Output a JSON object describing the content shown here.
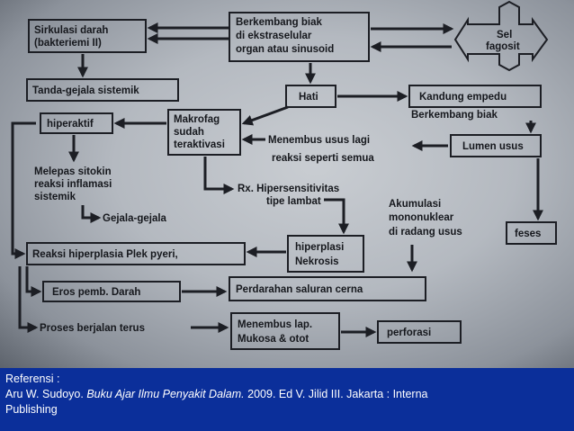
{
  "nodes": {
    "sirkulasi": [
      "Sirkulasi darah",
      "(bakteriemi II)"
    ],
    "berkembang_ekstraseluler": [
      "Berkembang biak",
      "di ekstraselular",
      "organ atau sinusoid"
    ],
    "sel_fagosit": [
      "Sel",
      "fagosit"
    ],
    "tanda_gejala": [
      "Tanda-gejala sistemik"
    ],
    "hati": [
      "Hati"
    ],
    "kandung_empedu": [
      "Kandung empedu"
    ],
    "berkembang_biak": [
      "Berkembang biak"
    ],
    "hiperaktif": [
      "hiperaktif"
    ],
    "makrofag": [
      "Makrofag",
      "sudah",
      "teraktivasi"
    ],
    "menembus_usus": [
      "Menembus usus lagi",
      "reaksi seperti semua"
    ],
    "lumen_usus": [
      "Lumen usus"
    ],
    "melepas_sitokin": [
      "Melepas sitokin",
      "reaksi inflamasi",
      "sistemik"
    ],
    "hipersensitivitas": [
      "Rx. Hipersensitivitas",
      "tipe lambat"
    ],
    "akumulasi": [
      "Akumulasi",
      "mononuklear",
      "di radang usus"
    ],
    "gejala_gejala": [
      "Gejala-gejala"
    ],
    "feses": [
      "feses"
    ],
    "reaksi_hiperplasia": [
      "Reaksi hiperplasia Plek pyeri,"
    ],
    "hiperplasi_nekrosis": [
      "hiperplasi",
      "Nekrosis"
    ],
    "eros": [
      "Eros pemb. Darah"
    ],
    "perdarahan": [
      "Perdarahan saluran cerna"
    ],
    "proses": [
      "Proses berjalan terus"
    ],
    "menembus_lap": [
      "Menembus lap.",
      "Mukosa & otot"
    ],
    "perforasi": [
      "perforasi"
    ]
  },
  "caption": {
    "title": "Referensi :",
    "author": "Aru W. Sudoyo.",
    "book": "Buku Ajar Ilmu Penyakit Dalam.",
    "details": "2009. Ed V. Jilid III. Jakarta : Interna",
    "publisher": "Publishing"
  }
}
